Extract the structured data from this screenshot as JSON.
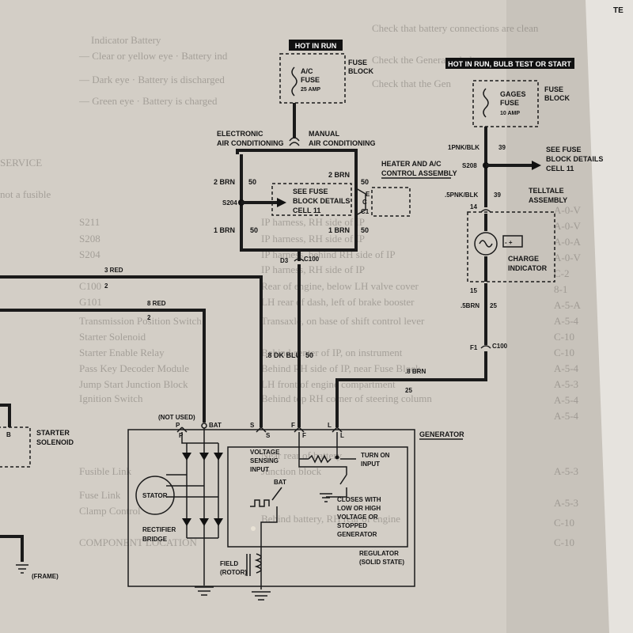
{
  "hot_in_run": "HOT IN RUN",
  "hot_in_run_bulb": "HOT IN RUN, BULB TEST OR START",
  "ac_fuse": {
    "l1": "A/C",
    "l2": "FUSE",
    "l3": "25 AMP"
  },
  "fuse_block": {
    "l1": "FUSE",
    "l2": "BLOCK"
  },
  "gages_fuse": {
    "l1": "GAGES",
    "l2": "FUSE",
    "l3": "10 AMP"
  },
  "gages_fuse_block": {
    "l1": "FUSE",
    "l2": "BLOCK"
  },
  "electronic_ac": {
    "l1": "ELECTRONIC",
    "l2": "AIR CONDITIONING"
  },
  "manual_ac": {
    "l1": "MANUAL",
    "l2": "AIR CONDITIONING"
  },
  "heater_ac": {
    "l1": "HEATER AND A/C",
    "l2": "CONTROL ASSEMBLY"
  },
  "see_fuse_left": {
    "l1": "SEE FUSE",
    "l2": "BLOCK DETAILS",
    "l3": "CELL 11"
  },
  "see_fuse_right": {
    "l1": "SEE FUSE",
    "l2": "BLOCK DETAILS",
    "l3": "CELL 11"
  },
  "wires": {
    "brn2_left": "2 BRN",
    "n50_a": "50",
    "brn2_right": "2 BRN",
    "n50_b": "50",
    "brn1_left": "1 BRN",
    "n50_c": "50",
    "brn1_right": "1 BRN",
    "n50_d": "50",
    "pnk1": "1PNK/BLK",
    "n39_a": "39",
    "pnk5": ".5PNK/BLK",
    "n39_b": "39",
    "brn5": ".5BRN",
    "n25_a": "25",
    "brn8": ".8 BRN",
    "n25_b": "25",
    "red3": "3 RED",
    "n2_a": "2",
    "red8": "8 RED",
    "n2_b": "2",
    "dkblu": ".8 DK BLU",
    "n50_e": "50"
  },
  "splices": {
    "s204": "S204",
    "s208": "S208"
  },
  "connectors": {
    "d3": "D3",
    "c100_a": "C100",
    "f1": "F1",
    "c100_b": "C100",
    "c_top": "C",
    "c1": "C1",
    "e": "E",
    "n14": "14",
    "n15": "15"
  },
  "telltale": {
    "l1": "TELLTALE",
    "l2": "ASSEMBLY"
  },
  "charge": {
    "l1": "CHARGE",
    "l2": "INDICATOR"
  },
  "starter": {
    "l1": "STARTER",
    "l2": "SOLENOID",
    "pin": "B"
  },
  "generator": "GENERATOR",
  "not_used": "(NOT USED)",
  "terminals": {
    "p": "P",
    "bat": "BAT",
    "s": "S",
    "f": "F",
    "l": "L",
    "p2": "P",
    "s2": "S",
    "f2": "F",
    "l2": "L"
  },
  "voltage_sensing": {
    "l1": "VOLTAGE",
    "l2": "SENSING",
    "l3": "INPUT"
  },
  "turn_on": {
    "l1": "TURN ON",
    "l2": "INPUT"
  },
  "bat_inner": "BAT",
  "closes": {
    "l1": "CLOSES WITH",
    "l2": "LOW OR HIGH",
    "l3": "VOLTAGE OR",
    "l4": "STOPPED",
    "l5": "GENERATOR"
  },
  "stator": "STATOR",
  "rectifier": {
    "l1": "RECTIFIER",
    "l2": "BRIDGE"
  },
  "field": {
    "l1": "FIELD",
    "l2": "(ROTOR)"
  },
  "regulator": {
    "l1": "REGULATOR",
    "l2": "(SOLID STATE)"
  },
  "frame": "(FRAME)",
  "corner_mark": "TE"
}
